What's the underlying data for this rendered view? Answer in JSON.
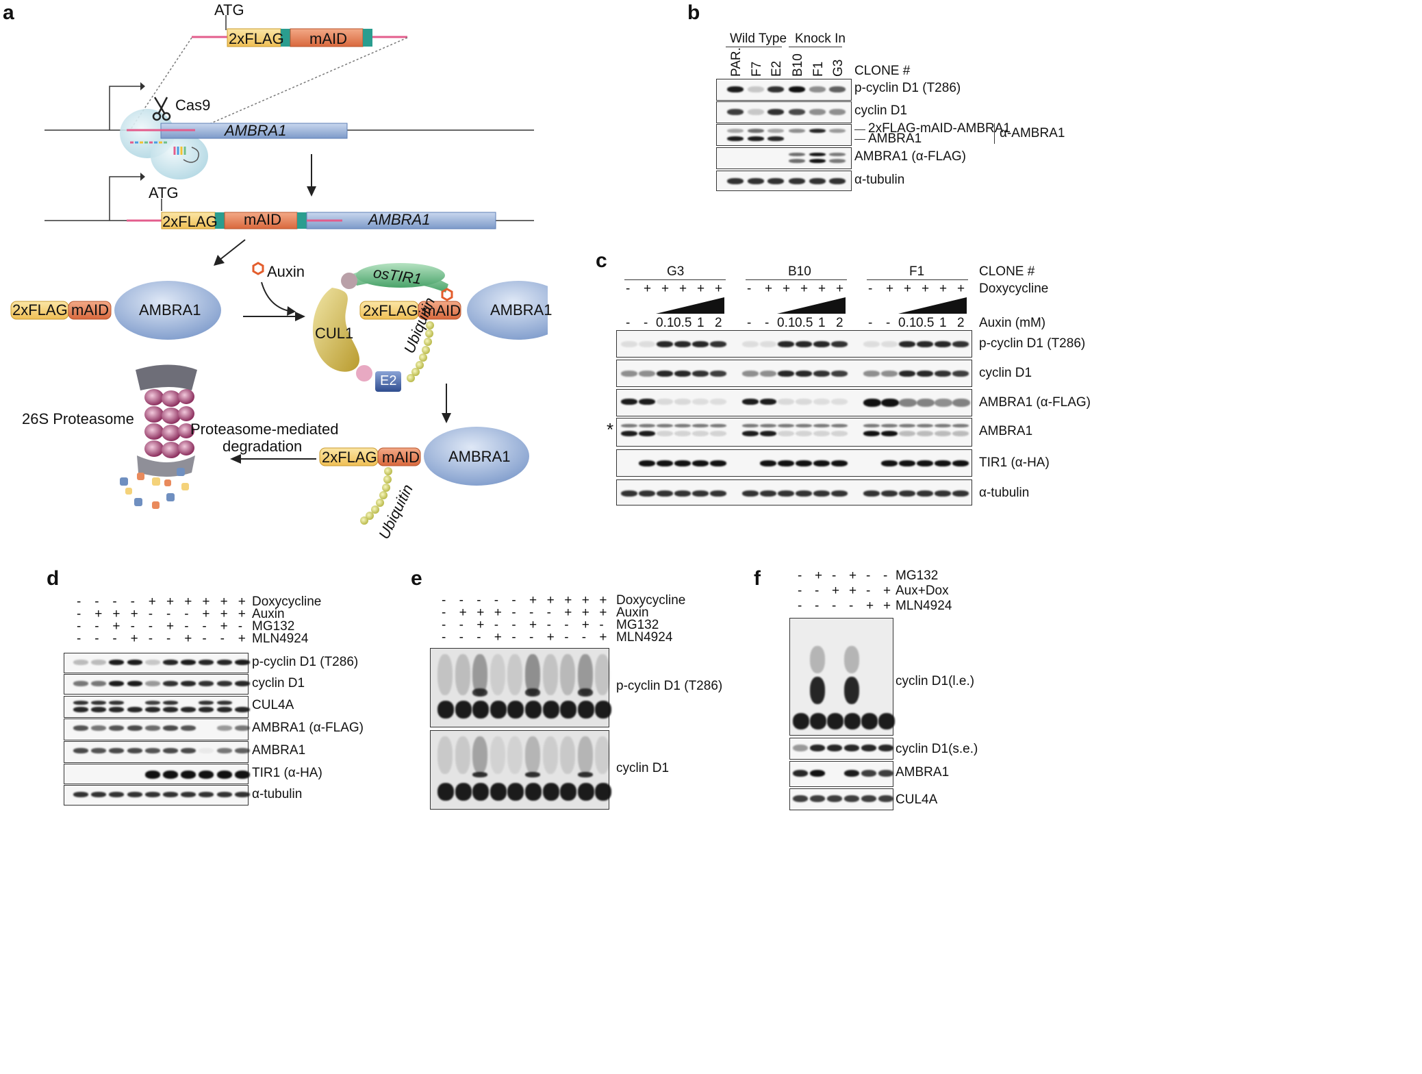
{
  "panels": {
    "a": {
      "letter": "a",
      "atg_top": "ATG",
      "atg_mid": "ATG",
      "cas9": "Cas9",
      "ambra1_gene": "AMBRA1",
      "ambra1_gene2": "AMBRA1",
      "flag": "2xFLAG",
      "maid": "mAID",
      "auxin": "Auxin",
      "ambra1_protein": "AMBRA1",
      "ostir1": "osTIR1",
      "cul1": "CUL1",
      "e2": "E2",
      "ubiquitin": "Ubiquitin",
      "proteasome": "26S Proteasome",
      "degradation_line1": "Proteasome-mediated",
      "degradation_line2": "degradation"
    },
    "b": {
      "letter": "b",
      "group1": "Wild Type",
      "group2": "Knock In",
      "clones": [
        "PAR.",
        "F7",
        "E2",
        "B10",
        "F1",
        "G3"
      ],
      "clone_label": "CLONE #",
      "rows": [
        "p-cyclin D1 (T286)",
        "cyclin D1",
        "",
        "AMBRA1 (α-FLAG)",
        "α-tubulin"
      ],
      "band_upper": "2xFLAG-mAID-AMBRA1",
      "band_lower": "AMBRA1",
      "antibody": "α-AMBRA1"
    },
    "c": {
      "letter": "c",
      "clones": [
        "G3",
        "B10",
        "F1"
      ],
      "clone_label": "CLONE #",
      "dox_label": "Doxycycline",
      "auxin_label": "Auxin (mM)",
      "dox_signs": [
        "-",
        "+",
        "+",
        "+",
        "+",
        "+"
      ],
      "auxin_values": [
        "-",
        "-",
        "0.1",
        "0.5",
        "1",
        "2"
      ],
      "asterisk": "*",
      "rows": [
        "p-cyclin D1 (T286)",
        "cyclin D1",
        "AMBRA1 (α-FLAG)",
        "AMBRA1",
        "TIR1 (α-HA)",
        "α-tubulin"
      ]
    },
    "d": {
      "letter": "d",
      "conditions": [
        {
          "label": "Doxycycline",
          "signs": [
            "-",
            "-",
            "-",
            "-",
            "+",
            "+",
            "+",
            "+",
            "+",
            "+"
          ]
        },
        {
          "label": "Auxin",
          "signs": [
            "-",
            "+",
            "+",
            "+",
            "-",
            "-",
            "-",
            "+",
            "+",
            "+"
          ]
        },
        {
          "label": "MG132",
          "signs": [
            "-",
            "-",
            "+",
            "-",
            "-",
            "+",
            "-",
            "-",
            "+",
            "-"
          ]
        },
        {
          "label": "MLN4924",
          "signs": [
            "-",
            "-",
            "-",
            "+",
            "-",
            "-",
            "+",
            "-",
            "-",
            "+"
          ]
        }
      ],
      "rows": [
        "p-cyclin D1 (T286)",
        "cyclin D1",
        "CUL4A",
        "AMBRA1 (α-FLAG)",
        "AMBRA1",
        "TIR1 (α-HA)",
        "α-tubulin"
      ]
    },
    "e": {
      "letter": "e",
      "conditions": [
        {
          "label": "Doxycycline",
          "signs": [
            "-",
            "-",
            "-",
            "-",
            "-",
            "+",
            "+",
            "+",
            "+",
            "+"
          ]
        },
        {
          "label": "Auxin",
          "signs": [
            "-",
            "+",
            "+",
            "+",
            "-",
            "-",
            "-",
            "+",
            "+",
            "+"
          ]
        },
        {
          "label": "MG132",
          "signs": [
            "-",
            "-",
            "+",
            "-",
            "-",
            "+",
            "-",
            "-",
            "+",
            "-"
          ]
        },
        {
          "label": "MLN4924",
          "signs": [
            "-",
            "-",
            "-",
            "+",
            "-",
            "-",
            "+",
            "-",
            "-",
            "+"
          ]
        }
      ],
      "rows": [
        "p-cyclin D1 (T286)",
        "cyclin D1"
      ]
    },
    "f": {
      "letter": "f",
      "conditions": [
        {
          "label": "MG132",
          "signs": [
            "-",
            "+",
            "-",
            "+",
            "-",
            "-"
          ]
        },
        {
          "label": "Aux+Dox",
          "signs": [
            "-",
            "-",
            "+",
            "+",
            "-",
            "+"
          ]
        },
        {
          "label": "MLN4924",
          "signs": [
            "-",
            "-",
            "-",
            "-",
            "+",
            "+"
          ]
        }
      ],
      "rows": [
        "cyclin D1(l.e.)",
        "cyclin D1(s.e.)",
        "AMBRA1",
        "CUL4A"
      ]
    }
  },
  "colors": {
    "flag": "#f4d27a",
    "maid": "#e98a5c",
    "teal": "#2a9d8f",
    "gene_blue": "#9fb7d9",
    "protein_blue": "#a7bde0",
    "ostir1": "#6fbf8a",
    "cul1": "#d9c46a",
    "e2": "#4a6fb0",
    "ubiquitin": "#d9d96a",
    "proteasome": "#a0507a",
    "pink": "#e35d8c",
    "band": "#111111"
  }
}
